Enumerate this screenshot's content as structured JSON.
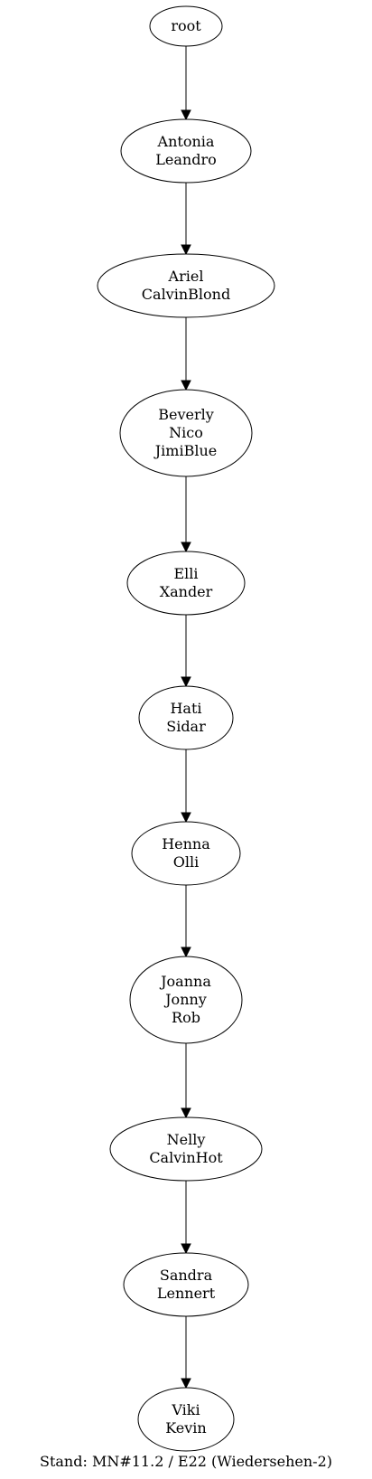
{
  "graph": {
    "nodes": [
      {
        "id": "root",
        "lines": [
          "root"
        ]
      },
      {
        "id": "n1",
        "lines": [
          "Antonia",
          "Leandro"
        ]
      },
      {
        "id": "n2",
        "lines": [
          "Ariel",
          "CalvinBlond"
        ]
      },
      {
        "id": "n3",
        "lines": [
          "Beverly",
          "Nico",
          "JimiBlue"
        ]
      },
      {
        "id": "n4",
        "lines": [
          "Elli",
          "Xander"
        ]
      },
      {
        "id": "n5",
        "lines": [
          "Hati",
          "Sidar"
        ]
      },
      {
        "id": "n6",
        "lines": [
          "Henna",
          "Olli"
        ]
      },
      {
        "id": "n7",
        "lines": [
          "Joanna",
          "Jonny",
          "Rob"
        ]
      },
      {
        "id": "n8",
        "lines": [
          "Nelly",
          "CalvinHot"
        ]
      },
      {
        "id": "n9",
        "lines": [
          "Sandra",
          "Lennert"
        ]
      },
      {
        "id": "n10",
        "lines": [
          "Viki",
          "Kevin"
        ]
      }
    ],
    "edges": [
      [
        "root",
        "n1"
      ],
      [
        "n1",
        "n2"
      ],
      [
        "n2",
        "n3"
      ],
      [
        "n3",
        "n4"
      ],
      [
        "n4",
        "n5"
      ],
      [
        "n5",
        "n6"
      ],
      [
        "n6",
        "n7"
      ],
      [
        "n7",
        "n8"
      ],
      [
        "n8",
        "n9"
      ],
      [
        "n9",
        "n10"
      ]
    ]
  },
  "caption": "Stand: MN#11.2 / E22 (Wiedersehen-2)"
}
